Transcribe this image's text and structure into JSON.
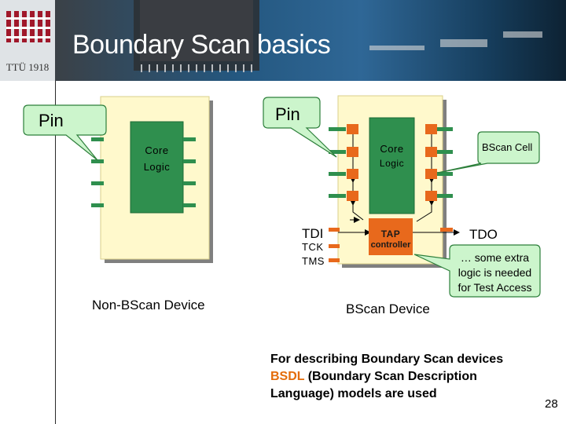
{
  "slide": {
    "title": "Boundary Scan basics",
    "logo_text": "TTÜ 1918",
    "page_number": "28"
  },
  "left_device": {
    "pin_label": "Pin",
    "core_line1": "Core",
    "core_line2": "Logic",
    "caption": "Non-BScan Device"
  },
  "right_device": {
    "pin_label": "Pin",
    "core_line1": "Core",
    "core_line2": "Logic",
    "bscan_cell_label": "BScan Cell",
    "tdi_label": "TDI",
    "tck_label": "TCK",
    "tms_label": "TMS",
    "tdo_label": "TDO",
    "tap_line1": "TAP",
    "tap_line2": "controller",
    "caption": "BScan Device",
    "note_line1": "… some extra",
    "note_line2": "logic is needed",
    "note_line3": "for Test Access"
  },
  "footer": {
    "line1": "For describing Boundary Scan devices",
    "bsdl": "BSDL",
    "line2_rest": " (Boundary Scan Description",
    "line3": "Language) models are used"
  },
  "colors": {
    "core_green": "#2f8f4e",
    "pin_green": "#2f8f4e",
    "chip_yellow": "#fff9cc",
    "bscan_orange": "#e8691c",
    "callout_fill": "#ccf5cc"
  }
}
